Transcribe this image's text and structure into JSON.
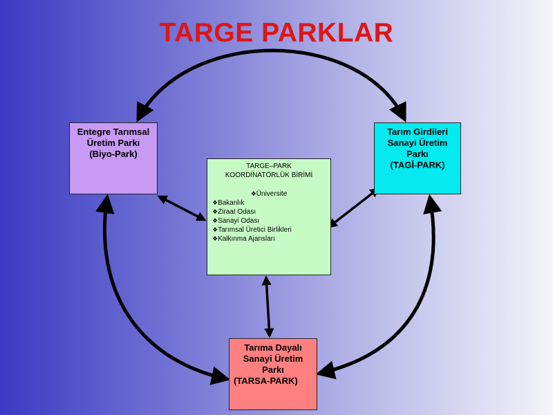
{
  "title": "TARGE PARKLAR",
  "boxes": {
    "biyo": {
      "lines": [
        "Entegre Tarımsal",
        "Üretim Parkı",
        "(Biyo-Park)"
      ],
      "color": "#c89af4"
    },
    "tagi": {
      "lines": [
        "Tarım Girdileri",
        "Sanayi Üretim",
        "Parkı",
        "(TAGİ-PARK)"
      ],
      "color": "#05eaf0"
    },
    "tarsa": {
      "lines": [
        "Tarıma Dayalı",
        "Sanayi Üretim",
        "Parkı",
        "(TARSA-PARK)"
      ],
      "color": "#ff8080"
    },
    "targe": {
      "lines": [
        "TARGE–PARK",
        "KOORDİNATÖRLÜK BİRİMİ"
      ],
      "first_item": "Üniversite",
      "items": [
        "Bakanlık",
        "Ziraat Odası",
        "Sanayi Odası",
        "Tarımsal Üretici Birlikleri",
        "Kalkınma Ajansları"
      ],
      "color": "#c7fbc6"
    }
  },
  "bullet_glyph": "❖",
  "colors": {
    "title": "#dd1616",
    "arrow": "#000000"
  }
}
